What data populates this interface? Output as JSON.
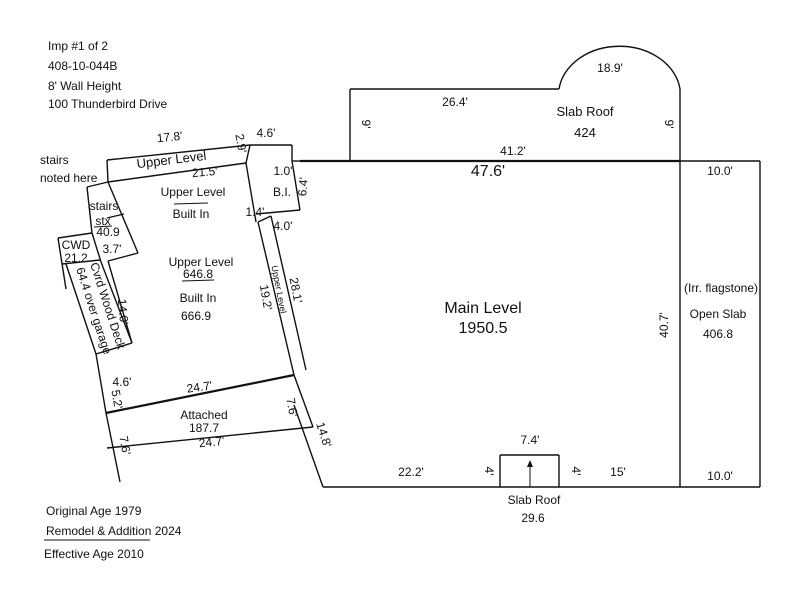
{
  "header": {
    "line1": "Imp #1 of 2",
    "line2": "408-10-044B",
    "line3": "8' Wall Height",
    "line4": "100 Thunderbird Drive"
  },
  "footer": {
    "original_age": "Original Age 1979",
    "remodel": "Remodel & Addition 2024",
    "effective_age": "Effective Age 2010"
  },
  "notes": {
    "stairs_line1": "stairs",
    "stairs_line2": "noted here"
  },
  "main_level": {
    "label": "Main Level",
    "area": "1950.5",
    "top_width": "47.6'",
    "right_height": "40.7'",
    "bottom_left": "22.2'",
    "bottom_right": "15'",
    "diagonal": "14.8'"
  },
  "slab_roof_top": {
    "label": "Slab Roof",
    "area": "424",
    "top": "26.4'",
    "bottom": "41.2'",
    "left": "9'",
    "right": "9'",
    "arc": "18.9'"
  },
  "open_slab": {
    "note": "(Irr. flagstone)",
    "label": "Open Slab",
    "area": "406.8",
    "top": "10.0'",
    "bottom": "10.0'"
  },
  "slab_roof_bottom": {
    "label": "Slab Roof",
    "area": "29.6",
    "width": "7.4'",
    "left": "4'",
    "right": "4'"
  },
  "upper_level_strip": {
    "label": "Upper Level",
    "top": "17.8'",
    "end": "2.9'",
    "inner": "21.5'"
  },
  "upper_builtin_small": {
    "line1": "Upper Level",
    "line2": "Built In"
  },
  "upper_builtin_main": {
    "line1": "Upper Level",
    "area1": "646.8",
    "line2": "Built In",
    "area2": "666.9",
    "left": "14.0'",
    "right": "19.2'",
    "bottom": "24.7'"
  },
  "bi": {
    "label": "B.I.",
    "top": "4.6'",
    "inner": "1.0'",
    "side": "6.4'",
    "notch": "1.4'",
    "bottom": "4.0'"
  },
  "upper_side": {
    "label": "Upper Level",
    "length": "28.1'"
  },
  "stairs": {
    "label": "stairs",
    "abbr": "stx",
    "area": "40.9",
    "width": "3.7'"
  },
  "cwd": {
    "label": "CWD",
    "area": "21.2"
  },
  "deck": {
    "line1": "Cvrd Wood Deck",
    "line2": "64.4 over garage",
    "small_a": "4.6'",
    "small_b": "5.2'"
  },
  "attached": {
    "label": "Attached",
    "area": "187.7",
    "width": "24.7'",
    "left": "7.6'",
    "right": "7.6'"
  }
}
